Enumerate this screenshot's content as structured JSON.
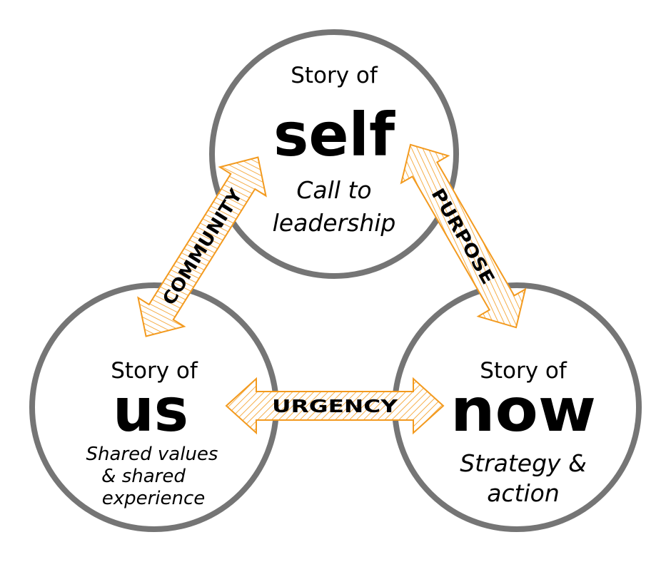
{
  "colors": {
    "circle_stroke": "#757575",
    "arrow_stroke": "#f39a1e",
    "text": "#000000",
    "background": "#ffffff"
  },
  "nodes": {
    "self": {
      "prefix": "Story of",
      "word": "self",
      "subtitle_line1": "Call to",
      "subtitle_line2": "leadership"
    },
    "us": {
      "prefix": "Story of",
      "word": "us",
      "subtitle_line1": "Shared values",
      "subtitle_line2": "& shared",
      "subtitle_line3": "experience"
    },
    "now": {
      "prefix": "Story of",
      "word": "now",
      "subtitle_line1": "Strategy &",
      "subtitle_line2": "action"
    }
  },
  "arrows": {
    "community": "COMMUNITY",
    "purpose": "PURPOSE",
    "urgency": "URGENCY"
  }
}
